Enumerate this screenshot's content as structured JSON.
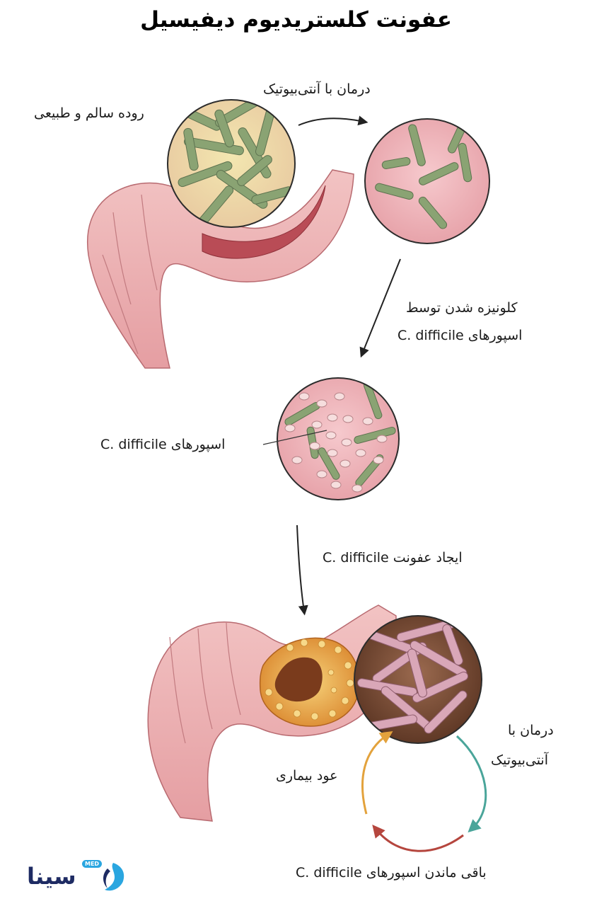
{
  "title": "عفونت کلستریدیوم دیفیسیل",
  "labels": {
    "healthy_gut": "روده سالم و طبیعی",
    "antibiotic_treatment": "درمان با آنتی‌بیوتیک",
    "colonization_line1": "کلونیزه شدن توسط",
    "colonization_line2": "اسپورهای C. difficile",
    "spores": "اسپورهای C. difficile",
    "infection": "ایجاد عفونت C. difficile",
    "treatment_line1": "درمان با",
    "treatment_line2": "آنتی‌بیوتیک",
    "recurrence": "عود بیماری",
    "remaining_spores": "باقی ماندن اسپورهای C. difficile"
  },
  "logo": {
    "text": "سینا",
    "badge": "MED"
  },
  "colors": {
    "gut_pink": "#e9a3a6",
    "bacteria_green": "#7f9a6a",
    "recurrence_orange": "#e3a23c",
    "treatment_teal": "#4aa59a",
    "spores_red": "#b5463e",
    "logo_blue": "#1e2b63"
  }
}
